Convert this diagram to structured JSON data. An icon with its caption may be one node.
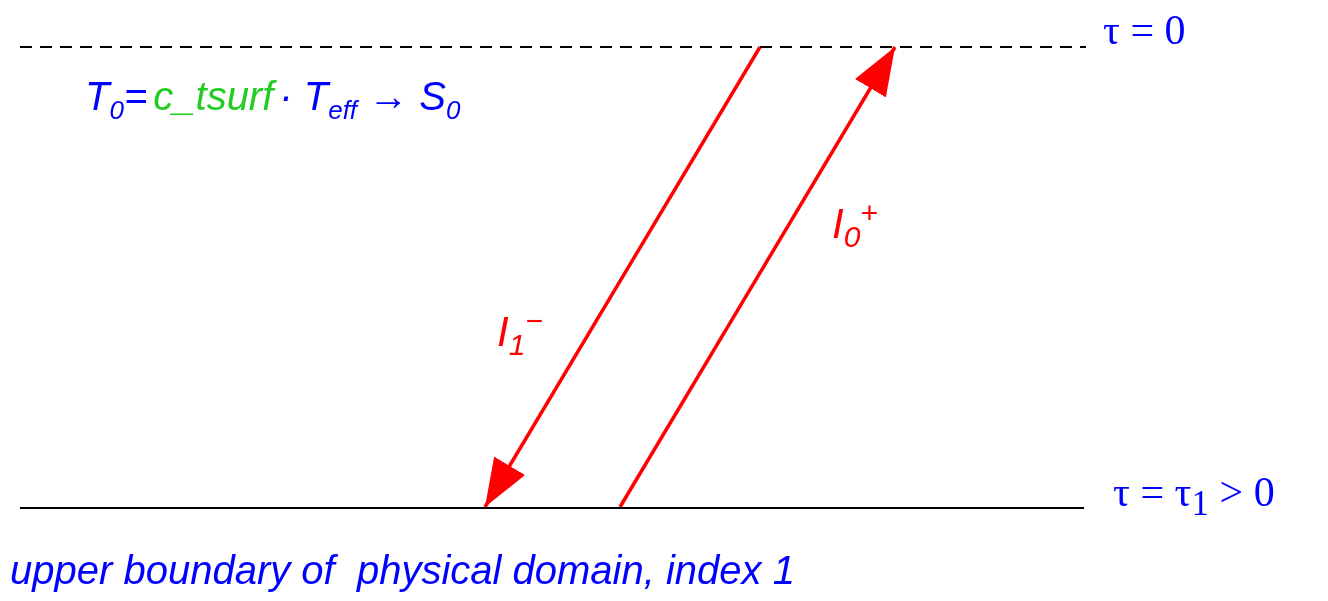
{
  "diagram": {
    "caption": "upper boundary of  physical domain, index 1",
    "nodes": [
      {
        "text": [],
        "shape": "bar",
        "beside": [
          "τ = 0"
        ]
      },
      {
        "text": [],
        "shape": "bar",
        "beside": [
          "τ = τ$_{1}$ > 0"
        ]
      }
    ],
    "edges": [
      {
        "from": 0,
        "to": 1,
        "arrow": "to",
        "label": "I$_{1}$$^{−}$",
        "color": "#ff0000"
      },
      {
        "from": 1,
        "to": 0,
        "arrow": "to",
        "label": "I$_{0}$$^{+}$",
        "color": "#ff0000"
      }
    ],
    "labels": [
      "T$_{0}$=",
      "c_tsurf",
      "· T$_{eff}$ → S$_{0}$"
    ]
  }
}
